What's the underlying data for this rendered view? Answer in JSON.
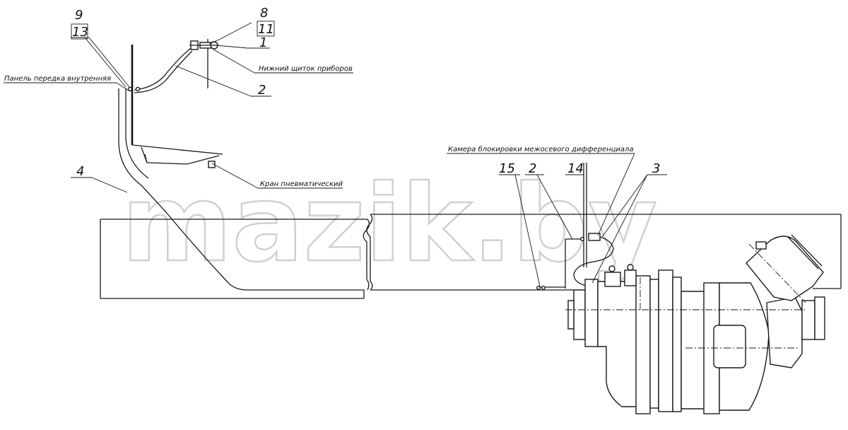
{
  "callouts": {
    "c9": "9",
    "c13": "13",
    "c8": "8",
    "c11": "11",
    "c1": "1",
    "c2_top": "2",
    "c4": "4",
    "c15": "15",
    "c2_mid": "2",
    "c14": "14",
    "c3": "3"
  },
  "captions": {
    "panel": "Панель передка внутренняя",
    "lower_shield": "Нижний щиток приборов",
    "valve": "Кран пневматический",
    "chamber": "Камера блокировки межосевого дифференциала"
  },
  "watermark": "mazik.by"
}
